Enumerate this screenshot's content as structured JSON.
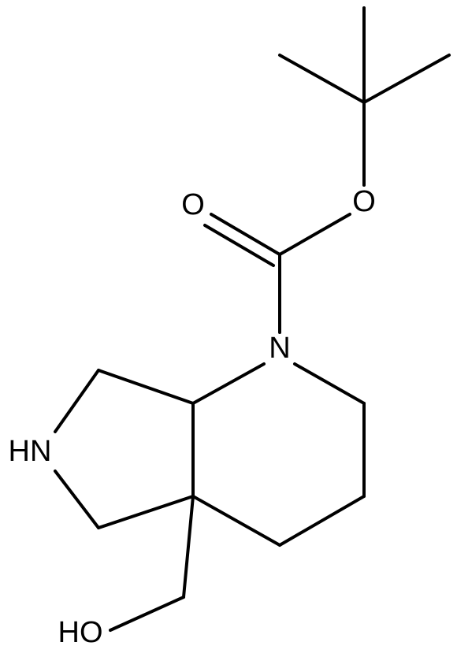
{
  "molecule": {
    "atoms": {
      "ketone_o": "O",
      "ester_o": "O",
      "ring_n": "N",
      "amine_nh": "HN",
      "hydroxyl": "HO"
    },
    "colors": {
      "ink": "#000000",
      "background": "#ffffff"
    }
  }
}
